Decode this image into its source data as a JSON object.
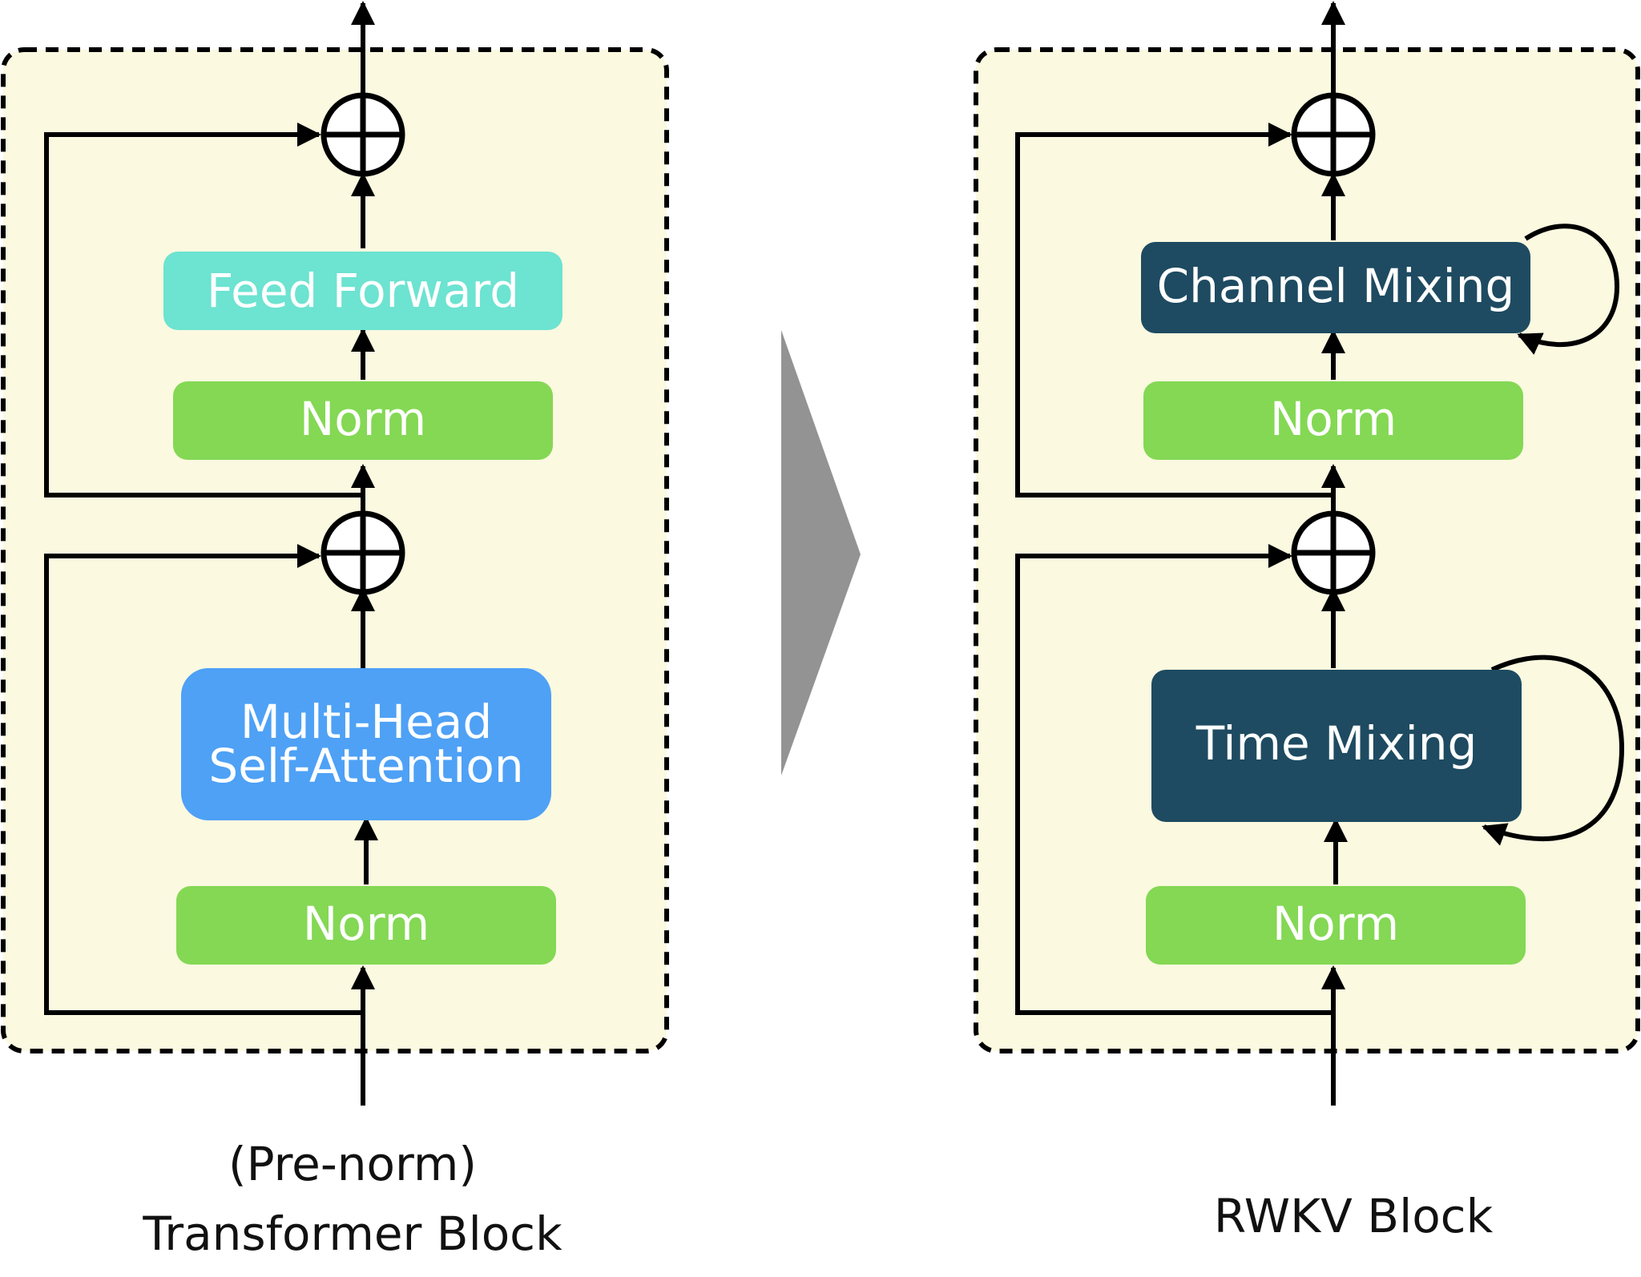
{
  "colors": {
    "panel_fill": "#fbf9e0",
    "norm": "#84d854",
    "feed_forward": "#6de3d1",
    "attention": "#4ea1f5",
    "rwkv_dark": "#1e4b61",
    "chevron": "#939393",
    "line": "#000000"
  },
  "transformer": {
    "feed_forward": "Feed Forward",
    "norm_top": "Norm",
    "attention_line1": "Multi-Head",
    "attention_line2": "Self-Attention",
    "norm_bottom": "Norm",
    "caption_line1": "(Pre-norm)",
    "caption_line2": "Transformer Block"
  },
  "rwkv": {
    "channel_mixing": "Channel Mixing",
    "norm_top": "Norm",
    "time_mixing": "Time Mixing",
    "norm_bottom": "Norm",
    "caption": "RWKV Block"
  },
  "icons": {
    "add": "circle-plus-icon",
    "transition": "chevron-right-icon"
  }
}
